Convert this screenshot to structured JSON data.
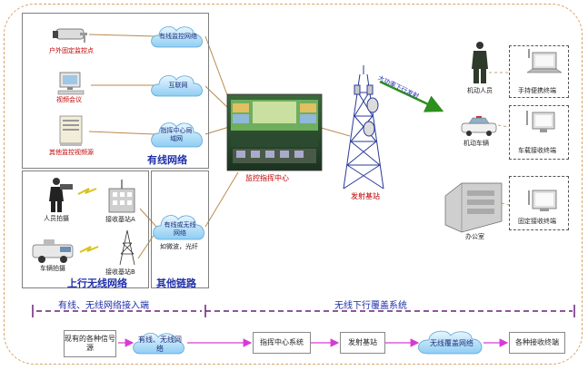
{
  "top_left": {
    "outdoor_camera": "户外固定监控点",
    "wired_net": "有线监控网络",
    "video_conf": "视频会议",
    "internet": "互联网",
    "other_video": "其他监控视频源",
    "lan": "指挥中心局域网",
    "section_title": "有线网络"
  },
  "bottom_left": {
    "person_shoot": "人员拍摄",
    "station_a": "接收基站A",
    "wireless_net": "有线或无线网络",
    "microwave": "如微波，光纤",
    "vehicle_shoot": "车辆拍摄",
    "station_b": "接收基站B",
    "uplink_title": "上行无线网络",
    "other_link_title": "其他链路"
  },
  "center": {
    "command_center": "监控指挥中心",
    "base_station": "发射基站",
    "downlink": "大功率下行发射"
  },
  "right": {
    "mobile_person": "机动人员",
    "handheld": "手持便携终端",
    "mobile_vehicle": "机动车辆",
    "vehicle_terminal": "车载接收终端",
    "office": "办公室",
    "fixed_terminal": "固定接收终端"
  },
  "divider": {
    "left_label": "有线、无线网络接入端",
    "right_label": "无线下行覆盖系统"
  },
  "flow": {
    "sources": "现有的各种信号源",
    "wired_wireless": "有线、无线网络",
    "command_system": "指挥中心系统",
    "base": "发射基站",
    "coverage": "无线覆盖网络",
    "terminals": "各种接收终端"
  }
}
